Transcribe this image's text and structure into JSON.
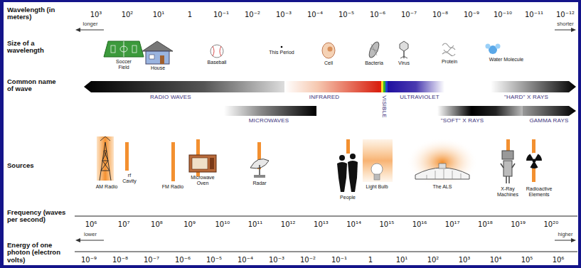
{
  "diagram": {
    "labels": [
      "Wavelength (in meters)",
      "longer",
      "shorter",
      "10³",
      "10²",
      "10¹",
      "1",
      "10⁻¹",
      "10⁻²",
      "10⁻³",
      "10⁻⁴",
      "10⁻⁵",
      "10⁻⁶",
      "10⁻⁷",
      "10⁻⁸",
      "10⁻⁹",
      "10⁻¹⁰",
      "10⁻¹¹",
      "10⁻¹²",
      "Size of a wavelength",
      "Soccer Field",
      "House",
      "Baseball",
      "This Period",
      "Cell",
      "Bacteria",
      "Virus",
      "Protein",
      "Water Molecule",
      "Common name of wave",
      "RADIO WAVES",
      "INFRARED",
      "VISIBLE",
      "ULTRAVIOLET",
      "\"HARD\" X RAYS",
      "MICROWAVES",
      "\"SOFT\" X RAYS",
      "GAMMA RAYS",
      "Sources",
      "AM Radio",
      "rf Cavity",
      "FM Radio",
      "Microwave Oven",
      "Radar",
      "People",
      "Light Bulb",
      "The ALS",
      "X-Ray Machines",
      "Radioactive Elements",
      "Frequency (waves per second)",
      "lower",
      "higher",
      "10⁶",
      "10⁷",
      "10⁸",
      "10⁹",
      "10¹⁰",
      "10¹¹",
      "10¹²",
      "10¹³",
      "10¹⁴",
      "10¹⁵",
      "10¹⁶",
      "10¹⁷",
      "10¹⁸",
      "10¹⁹",
      "10²⁰",
      "Energy of one photon (electron volts)",
      "10⁻⁹",
      "10⁻⁸",
      "10⁻⁷",
      "10⁻⁶",
      "10⁻⁵",
      "10⁻⁴",
      "10⁻³",
      "10⁻²",
      "10⁻¹",
      "1",
      "10¹",
      "10²",
      "10³",
      "10⁴",
      "10⁵",
      "10⁶"
    ]
  }
}
